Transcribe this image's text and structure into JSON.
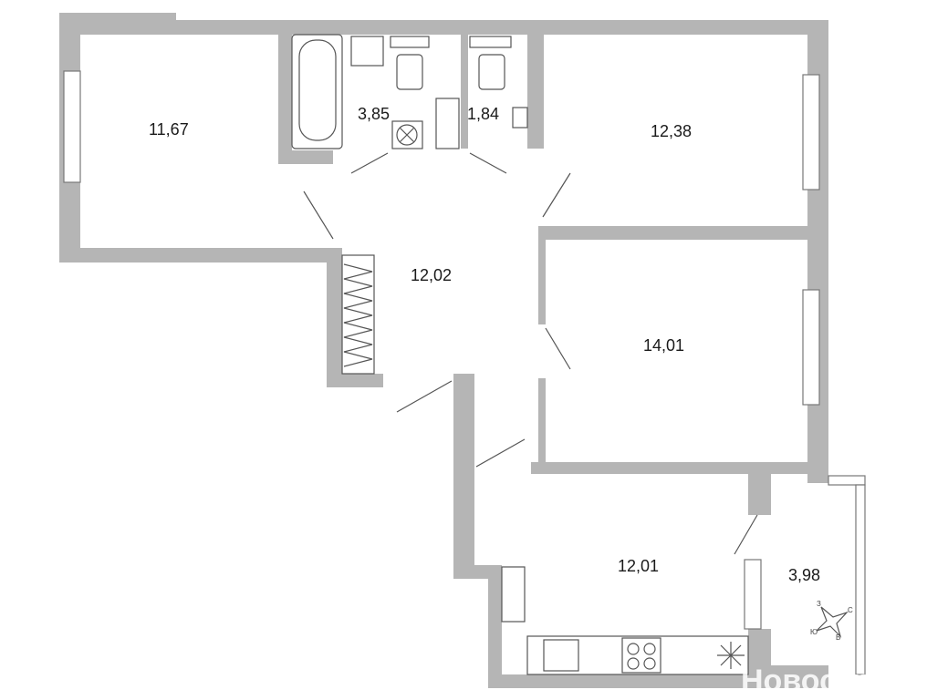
{
  "rooms": [
    {
      "name": "room-left",
      "area": "11,67"
    },
    {
      "name": "bathroom",
      "area": "3,85"
    },
    {
      "name": "toilet",
      "area": "1,84"
    },
    {
      "name": "room-top-right",
      "area": "12,38"
    },
    {
      "name": "hallway",
      "area": "12,02"
    },
    {
      "name": "room-middle-right",
      "area": "14,01"
    },
    {
      "name": "kitchen",
      "area": "12,01"
    },
    {
      "name": "balcony",
      "area": "3,98"
    }
  ],
  "compass": {
    "west": "З",
    "north": "С",
    "east": "В",
    "south": "Ю"
  },
  "watermark": "Новострой-СПб",
  "colors": {
    "wall": "#b5b5b5",
    "line": "#555555"
  }
}
